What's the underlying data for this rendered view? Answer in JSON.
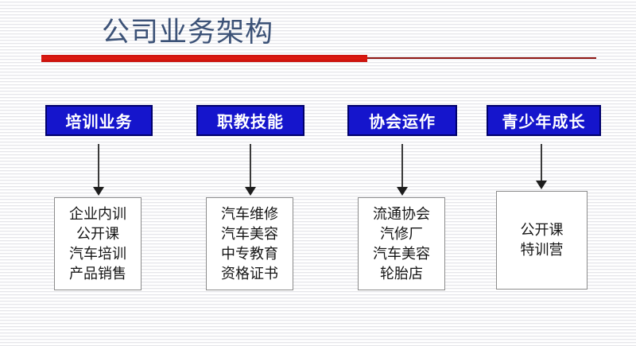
{
  "slide": {
    "title": "公司业务架构",
    "accent_red": "#e01b10",
    "accent_red_dark": "#8e1512",
    "title_color": "#3c5277",
    "box_blue": "#1515cc",
    "box_blue_border": "#00006b"
  },
  "columns": [
    {
      "header": "培训业务",
      "arrow": "down-arrow",
      "items": [
        "企业内训",
        "公开课",
        "汽车培训",
        "产品销售"
      ]
    },
    {
      "header": "职教技能",
      "arrow": "down-arrow",
      "items": [
        "汽车维修",
        "汽车美容",
        "中专教育",
        "资格证书"
      ]
    },
    {
      "header": "协会运作",
      "arrow": "down-arrow",
      "items": [
        "流通协会",
        "汽修厂",
        "汽车美容",
        "轮胎店"
      ]
    },
    {
      "header": "青少年成长",
      "arrow": "down-arrow",
      "items": [
        "公开课",
        "特训营"
      ]
    }
  ]
}
